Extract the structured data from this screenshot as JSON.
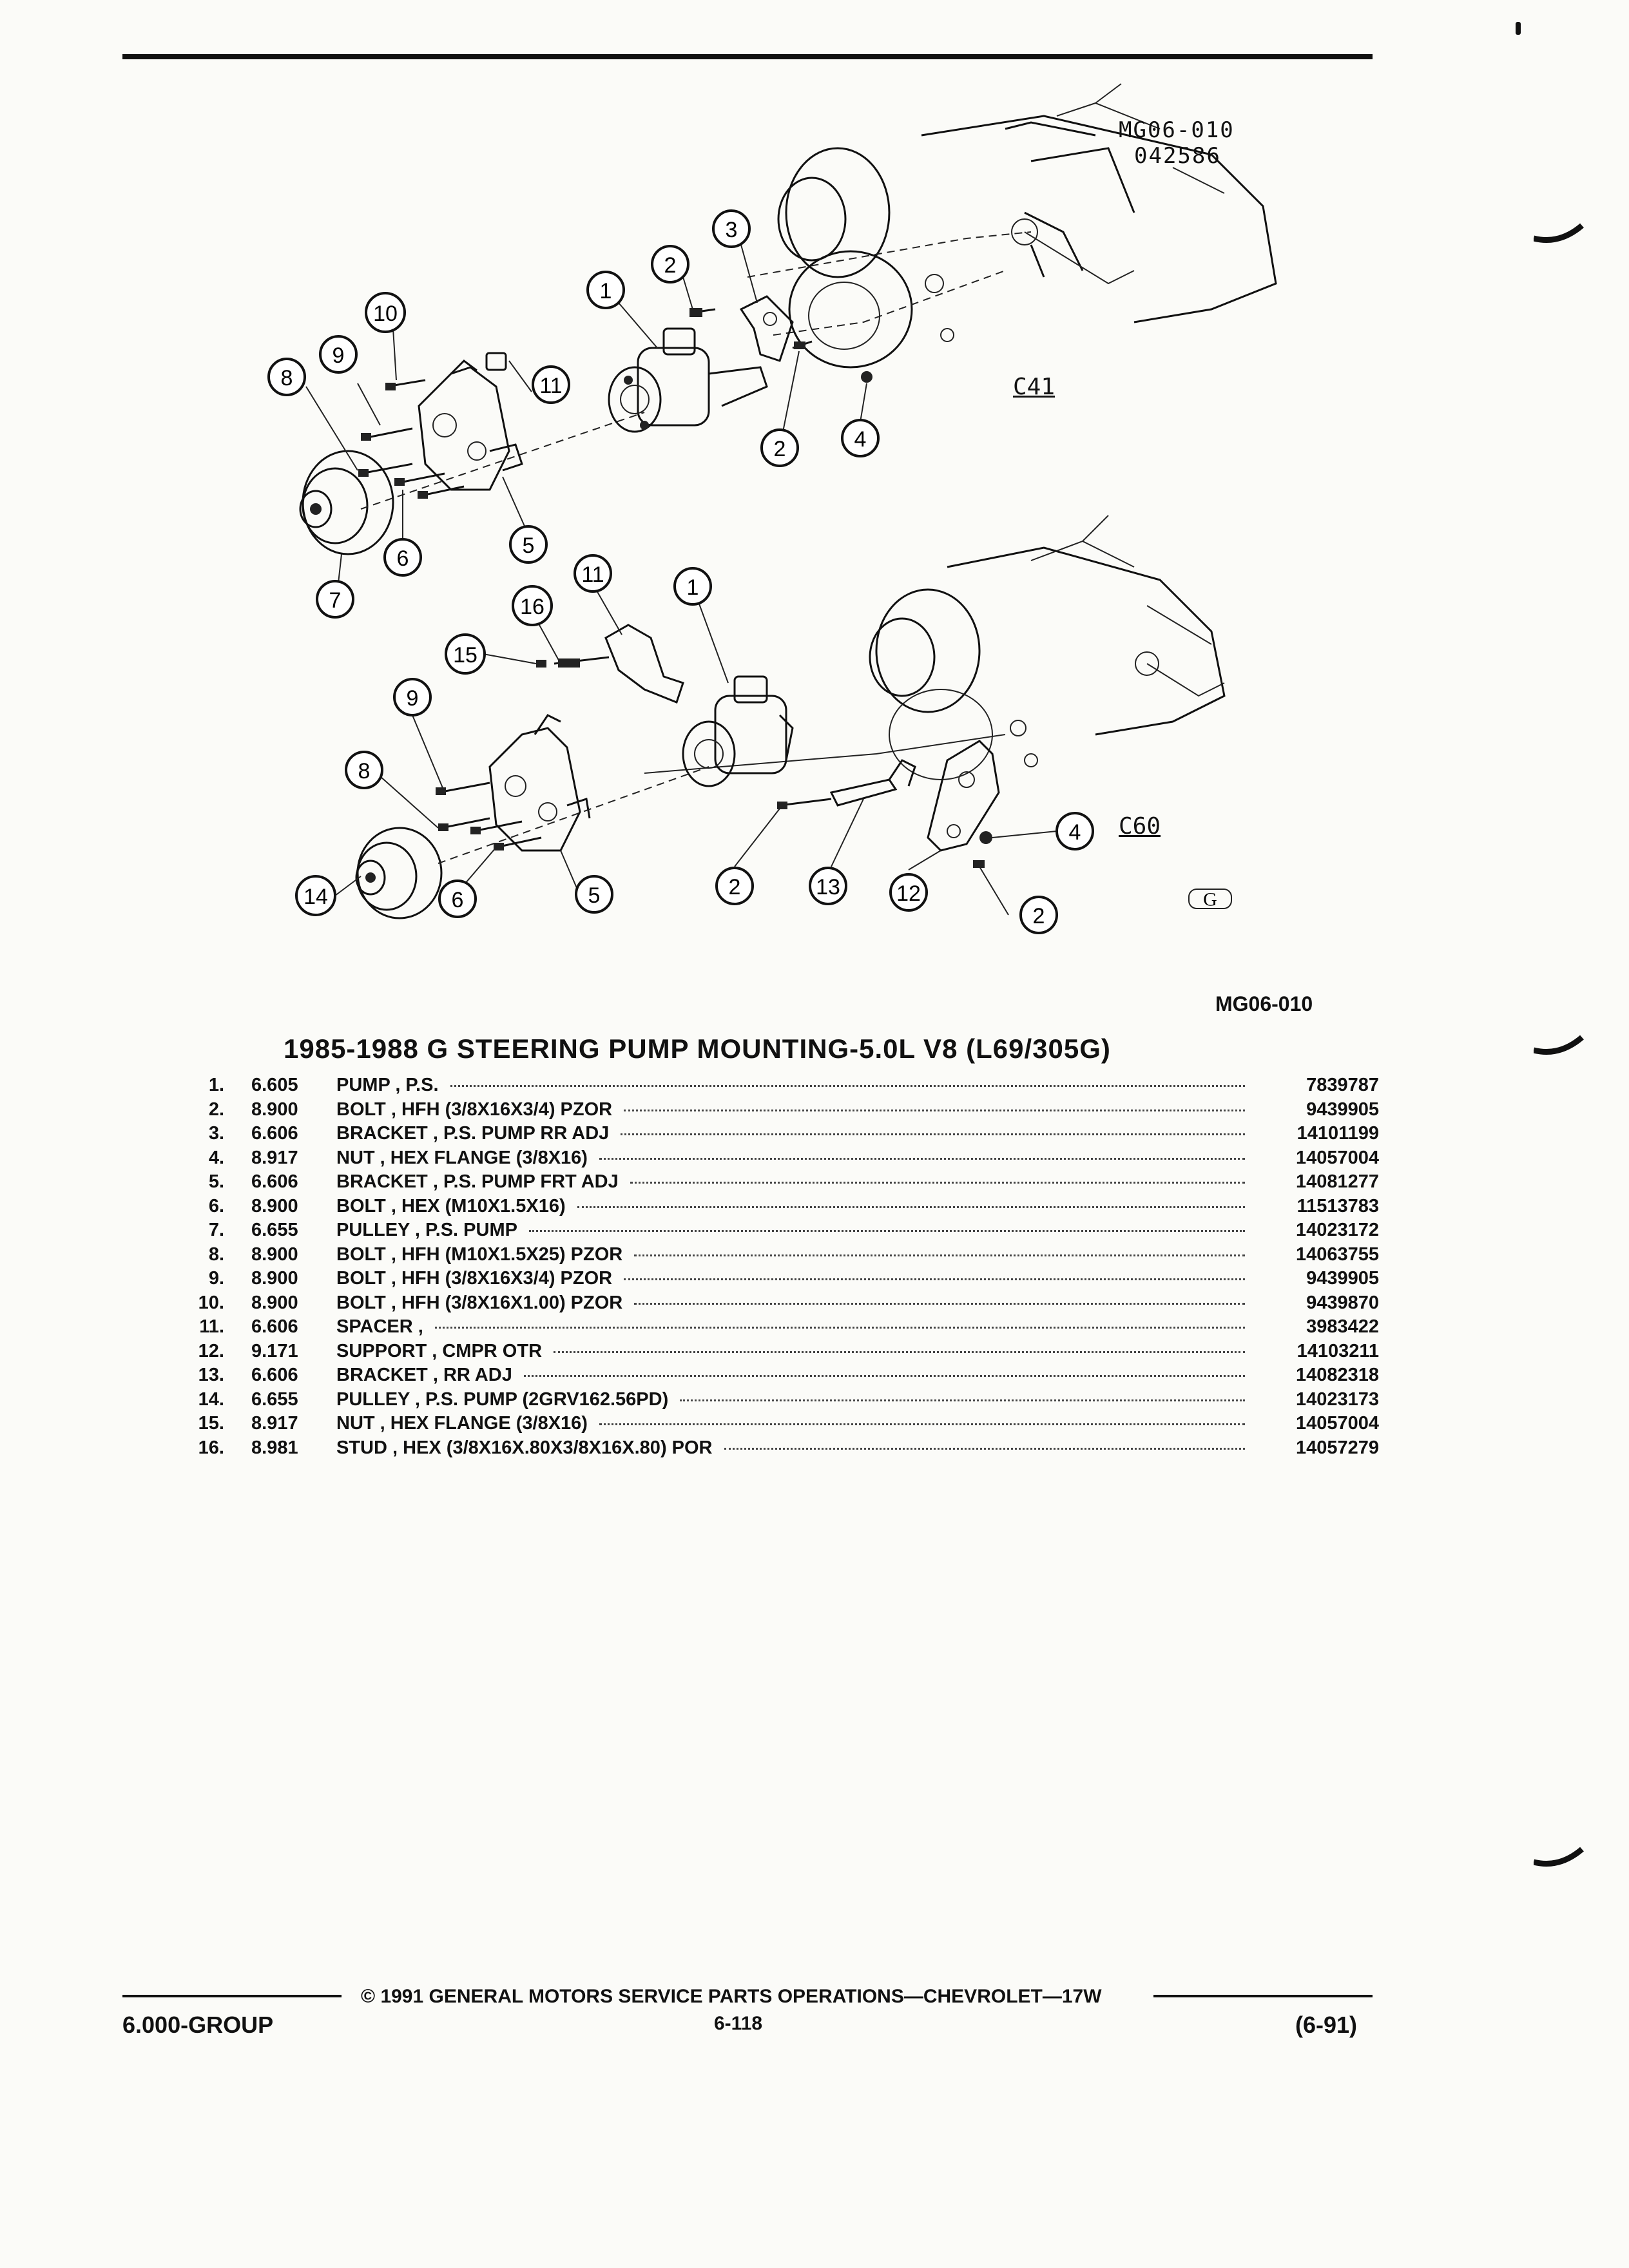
{
  "header": {
    "ref_code_line1": "MG06-010",
    "ref_code_line2": "042586"
  },
  "diagram": {
    "model_upper": "C41",
    "model_lower": "C60",
    "brand_mark": "G",
    "callouts_upper": [
      "1",
      "2",
      "3",
      "2",
      "4",
      "5",
      "6",
      "7",
      "8",
      "9",
      "10",
      "11"
    ],
    "callouts_lower": [
      "1",
      "2",
      "4",
      "2",
      "5",
      "6",
      "8",
      "9",
      "11",
      "12",
      "13",
      "14",
      "15",
      "16"
    ],
    "figure_id": "MG06-010"
  },
  "title": "1985-1988 G STEERING PUMP MOUNTING-5.0L V8 (L69/305G)",
  "parts": [
    {
      "num": "1.",
      "group": "6.605",
      "desc": "PUMP , P.S.",
      "part": "7839787"
    },
    {
      "num": "2.",
      "group": "8.900",
      "desc": "BOLT , HFH (3/8X16X3/4) PZOR",
      "part": "9439905"
    },
    {
      "num": "3.",
      "group": "6.606",
      "desc": "BRACKET , P.S. PUMP RR ADJ",
      "part": "14101199"
    },
    {
      "num": "4.",
      "group": "8.917",
      "desc": "NUT , HEX FLANGE (3/8X16)",
      "part": "14057004"
    },
    {
      "num": "5.",
      "group": "6.606",
      "desc": "BRACKET , P.S. PUMP FRT ADJ",
      "part": "14081277"
    },
    {
      "num": "6.",
      "group": "8.900",
      "desc": "BOLT , HEX (M10X1.5X16)",
      "part": "11513783"
    },
    {
      "num": "7.",
      "group": "6.655",
      "desc": "PULLEY , P.S. PUMP",
      "part": "14023172"
    },
    {
      "num": "8.",
      "group": "8.900",
      "desc": "BOLT , HFH (M10X1.5X25) PZOR",
      "part": "14063755"
    },
    {
      "num": "9.",
      "group": "8.900",
      "desc": "BOLT , HFH (3/8X16X3/4) PZOR",
      "part": "9439905"
    },
    {
      "num": "10.",
      "group": "8.900",
      "desc": "BOLT , HFH (3/8X16X1.00) PZOR",
      "part": "9439870"
    },
    {
      "num": "11.",
      "group": "6.606",
      "desc": "SPACER ,",
      "part": "3983422"
    },
    {
      "num": "12.",
      "group": "9.171",
      "desc": "SUPPORT , CMPR OTR",
      "part": "14103211"
    },
    {
      "num": "13.",
      "group": "6.606",
      "desc": "BRACKET , RR ADJ",
      "part": "14082318"
    },
    {
      "num": "14.",
      "group": "6.655",
      "desc": "PULLEY , P.S. PUMP (2GRV162.56PD)",
      "part": "14023173"
    },
    {
      "num": "15.",
      "group": "8.917",
      "desc": "NUT , HEX FLANGE (3/8X16)",
      "part": "14057004"
    },
    {
      "num": "16.",
      "group": "8.981",
      "desc": "STUD , HEX (3/8X16X.80X3/8X16X.80) POR",
      "part": "14057279"
    }
  ],
  "footer": {
    "copyright": "© 1991 GENERAL MOTORS SERVICE PARTS OPERATIONS—CHEVROLET—17W",
    "group": "6.000-GROUP",
    "page": "6-118",
    "date": "(6-91)"
  }
}
